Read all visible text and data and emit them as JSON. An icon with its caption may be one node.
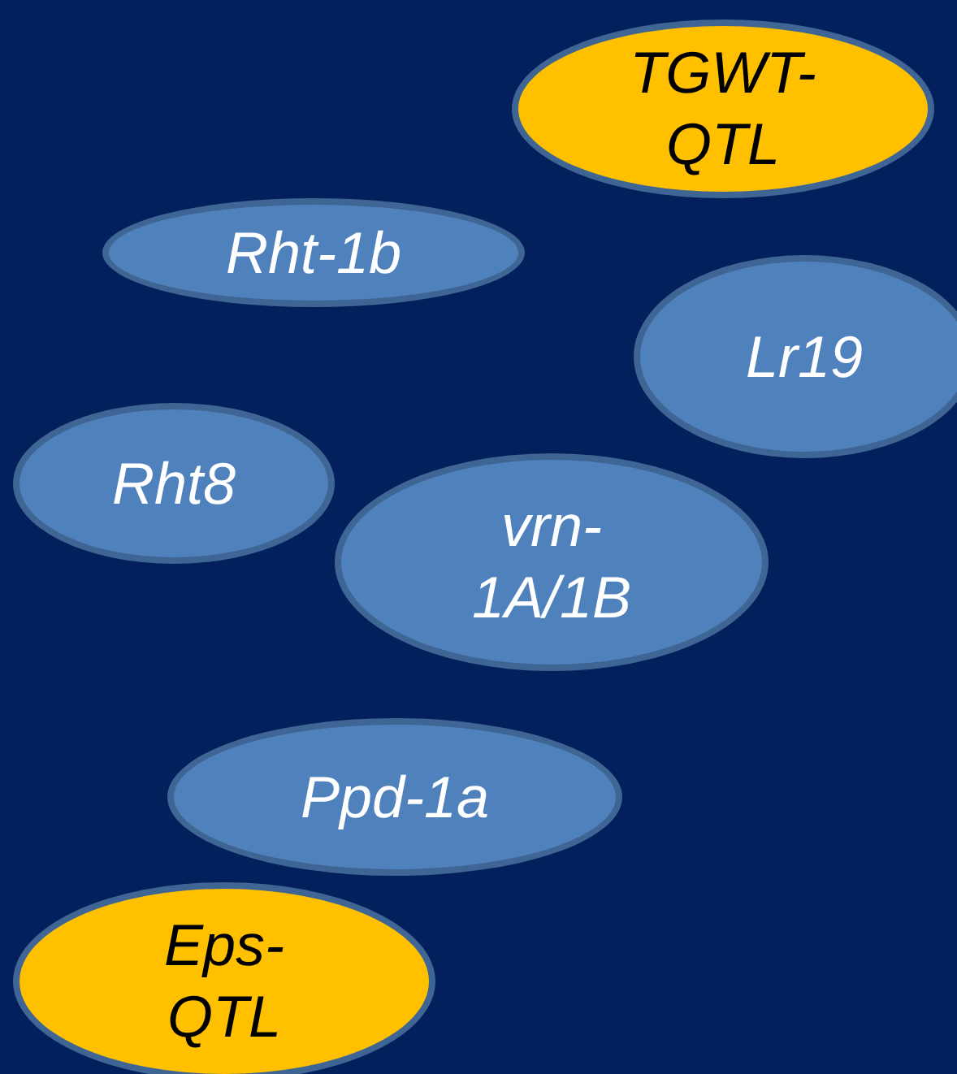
{
  "diagram": {
    "nodes": [
      {
        "text": [
          "TGWT-QTL"
        ]
      },
      {
        "text": [
          "Rht-1b"
        ]
      },
      {
        "text": [
          "Lr19"
        ]
      },
      {
        "text": [
          "Rht8"
        ]
      },
      {
        "text": [
          "vrn-1A/1B"
        ]
      },
      {
        "text": [
          "Ppd-1a"
        ]
      },
      {
        "text": [
          "Eps-QTL"
        ]
      }
    ]
  }
}
